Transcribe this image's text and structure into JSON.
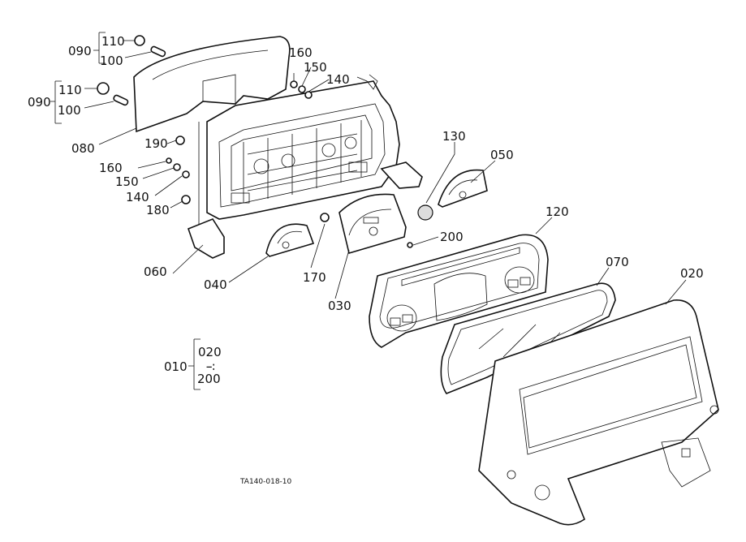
{
  "diagram": {
    "labels": {
      "p110a": "110",
      "p100a": "100",
      "p090a": "090",
      "p110b": "110",
      "p100b": "100",
      "p090b": "090",
      "p080": "080",
      "p160a": "160",
      "p150a": "150",
      "p140a": "140",
      "p190": "190",
      "p160b": "160",
      "p150b": "150",
      "p140b": "140",
      "p180": "180",
      "p060": "060",
      "p130": "130",
      "p050": "050",
      "p120": "120",
      "p200": "200",
      "p040": "040",
      "p170": "170",
      "p030": "030",
      "p070": "070",
      "p020": "020",
      "p010": "010",
      "p010_from": "020",
      "p010_sep": "∹",
      "p010_to": "200"
    },
    "figure_code": "TA140-018-10"
  }
}
